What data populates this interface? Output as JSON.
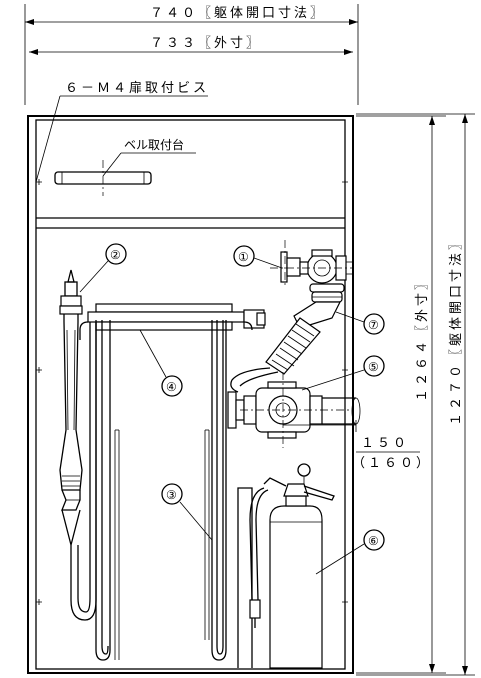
{
  "dimensions": {
    "body_opening_width": "７４０〖躯体開口寸法〗",
    "outer_width": "７３３〖外寸〗",
    "outer_height": "１２６４〖外寸〗",
    "body_opening_height": "１２７０〖躯体開口寸法〗",
    "depth_main": "１５０",
    "depth_alt": "（１６０）"
  },
  "labels": {
    "door_screws": "６－Ｍ４扉取付ビス",
    "bell_mount": "ベル取付台"
  },
  "callouts": [
    "①",
    "②",
    "③",
    "④",
    "⑤",
    "⑥",
    "⑦"
  ]
}
